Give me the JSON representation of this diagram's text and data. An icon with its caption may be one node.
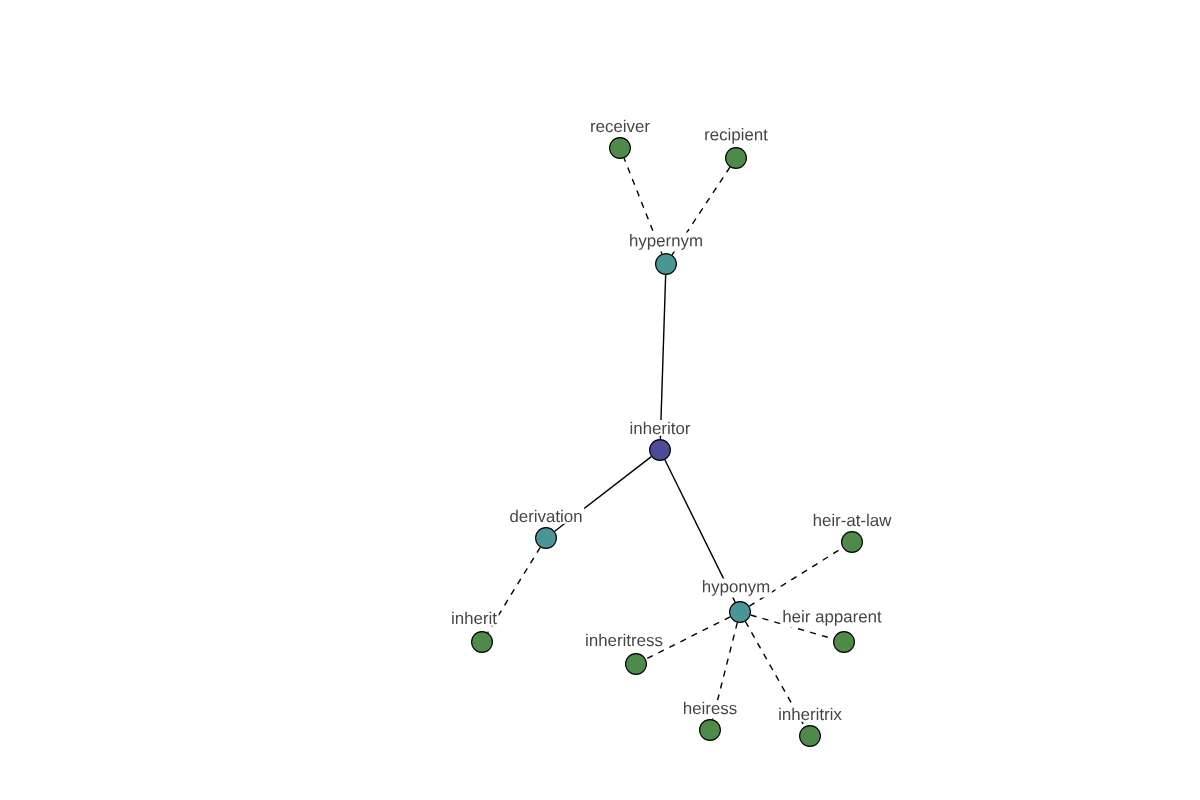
{
  "diagram": {
    "nodes": [
      {
        "text": [
          "inheritor"
        ]
      },
      {
        "text": [
          "hypernym"
        ]
      },
      {
        "text": [
          "receiver"
        ]
      },
      {
        "text": [
          "recipient"
        ]
      },
      {
        "text": [
          "derivation"
        ]
      },
      {
        "text": [
          "inherit"
        ]
      },
      {
        "text": [
          "hyponym"
        ]
      },
      {
        "text": [
          "heir-at-law"
        ]
      },
      {
        "text": [
          "heir apparent"
        ]
      },
      {
        "text": [
          "inheritress"
        ]
      },
      {
        "text": [
          "heiress"
        ]
      },
      {
        "text": [
          "inheritrix"
        ]
      }
    ],
    "edges": [
      {
        "from": 0,
        "to": 1,
        "arrow": "none"
      },
      {
        "from": 1,
        "to": 2,
        "arrow": "none",
        "style": "dashed"
      },
      {
        "from": 1,
        "to": 3,
        "arrow": "none",
        "style": "dashed"
      },
      {
        "from": 0,
        "to": 4,
        "arrow": "none"
      },
      {
        "from": 4,
        "to": 5,
        "arrow": "none",
        "style": "dashed"
      },
      {
        "from": 0,
        "to": 6,
        "arrow": "none"
      },
      {
        "from": 6,
        "to": 7,
        "arrow": "none",
        "style": "dashed"
      },
      {
        "from": 6,
        "to": 8,
        "arrow": "none",
        "style": "dashed"
      },
      {
        "from": 6,
        "to": 9,
        "arrow": "none",
        "style": "dashed"
      },
      {
        "from": 6,
        "to": 10,
        "arrow": "none",
        "style": "dashed"
      },
      {
        "from": 6,
        "to": 11,
        "arrow": "none",
        "style": "dashed"
      }
    ]
  }
}
